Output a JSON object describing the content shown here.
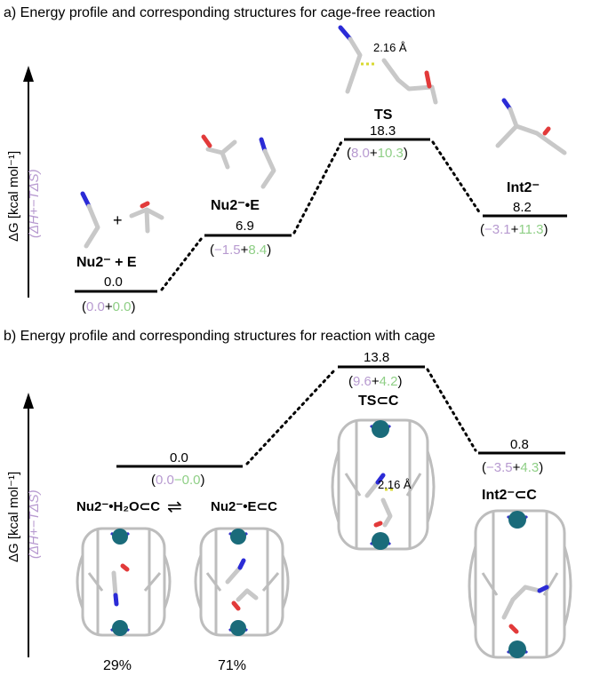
{
  "panel_a": {
    "title": "a) Energy profile and corresponding structures for cage-free reaction",
    "axis": {
      "label_main": "ΔG [kcal mol⁻¹]",
      "label_sub": "(ΔH+−TΔS)"
    },
    "states": [
      {
        "name": "Nu2⁻ + E",
        "dg": "0.0",
        "dh": "0.0",
        "sep": "+",
        "tds": "0.0"
      },
      {
        "name": "Nu2⁻•E",
        "dg": "6.9",
        "dh": "−1.5",
        "sep": "+",
        "tds": "8.4"
      },
      {
        "name": "TS",
        "dg": "18.3",
        "dh": "8.0",
        "sep": "+",
        "tds": "10.3"
      },
      {
        "name": "Int2⁻",
        "dg": "8.2",
        "dh": "−3.1",
        "sep": "+",
        "tds": "11.3"
      }
    ],
    "plus_sign": "+",
    "ts_distance": "2.16 Å"
  },
  "panel_b": {
    "title": "b) Energy profile and corresponding structures for reaction with cage",
    "axis": {
      "label_main": "ΔG [kcal mol⁻¹]",
      "label_sub": "(ΔH+−TΔS)"
    },
    "states": [
      {
        "name": "Nu2⁻•E⊂C",
        "dg": "0.0",
        "dh": "0.0",
        "sep": "−",
        "tds": "0.0"
      },
      {
        "name": "TS⊂C",
        "dg": "13.8",
        "dh": "9.6",
        "sep": "+",
        "tds": "4.2"
      },
      {
        "name": "Int2⁻⊂C",
        "dg": "0.8",
        "dh": "−3.5",
        "sep": "+",
        "tds": "4.3"
      }
    ],
    "equilibrium_left": "Nu2⁻•H₂O⊂C",
    "equilibrium_arrow": "⇌",
    "pct_left": "29%",
    "pct_right": "71%",
    "ts_distance": "2.16 Å"
  },
  "colors": {
    "enthalpy": "#b79ad0",
    "entropy": "#8fcf86",
    "carbon": "#c8c8c8",
    "nitrogen": "#2b2bd6",
    "oxygen": "#e23a3a",
    "palladium": "#1a6b7a"
  }
}
